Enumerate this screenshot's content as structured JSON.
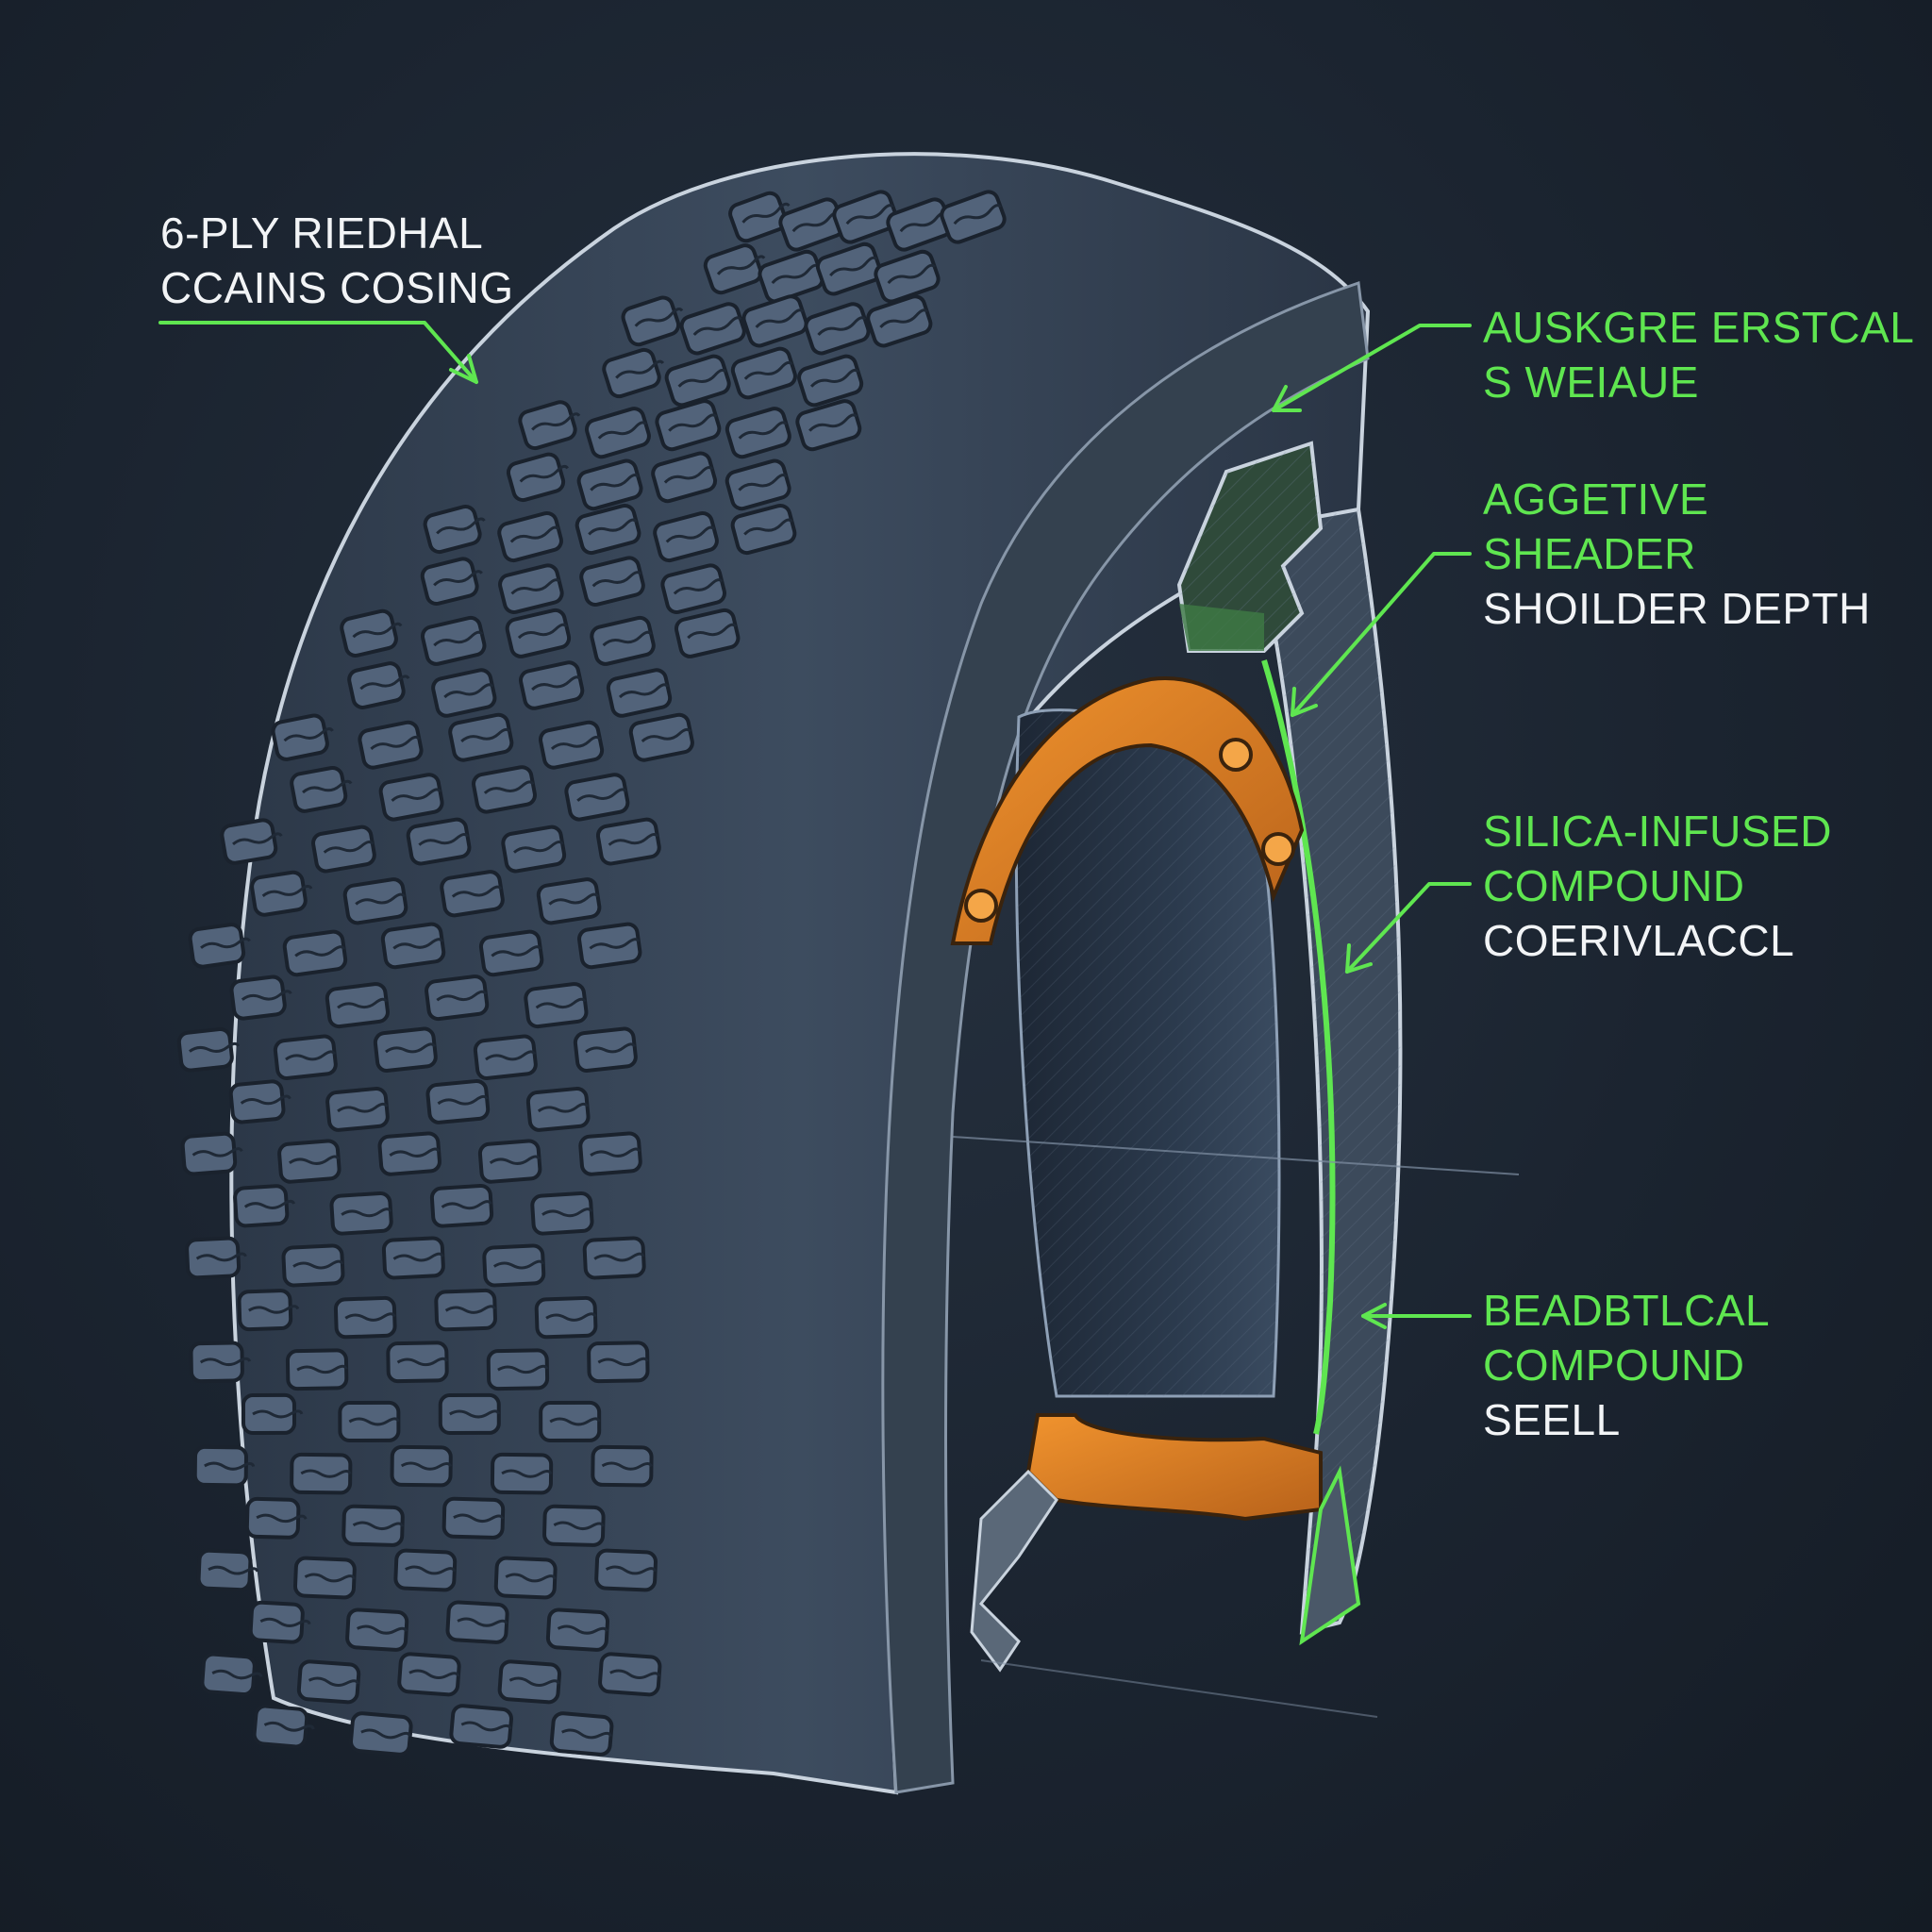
{
  "title": "",
  "colors": {
    "background": "#1b2430",
    "callout_green": "#5fe650",
    "callout_white": "#f2f4f6",
    "rubber": "#3b4a5c",
    "tread_block": "#52637a",
    "rim_orange": "#e07f22"
  },
  "callouts": {
    "casing": {
      "lines": [
        "6-PLY RIEDHAL",
        "CCAINS COSING"
      ],
      "color": "white"
    },
    "sidewall": {
      "lines": [
        "AUSKGRE ERSTCAL",
        "S WEIAUE"
      ],
      "color": "green"
    },
    "shoulder": {
      "lines": [
        "AGGETIVE",
        "SHEADER",
        "SHOILDER DEPTH"
      ],
      "colors": [
        "green",
        "green",
        "white"
      ]
    },
    "silica": {
      "lines": [
        "SILICA-INFUSED",
        "COMPOUND",
        "COERIVLACCL"
      ],
      "colors": [
        "green",
        "green",
        "white"
      ]
    },
    "bead": {
      "lines": [
        "BEADBTLCAL",
        "COMPOUND",
        "SEELL"
      ],
      "colors": [
        "green",
        "green",
        "white"
      ]
    }
  }
}
